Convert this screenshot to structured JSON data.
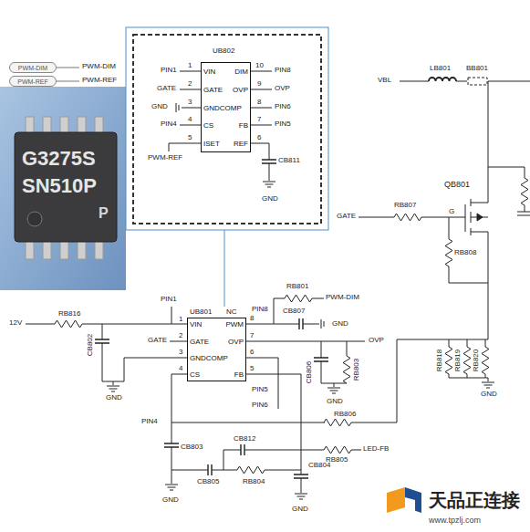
{
  "diagram": {
    "nodes": [
      {
        "text": [
          "PWM-DIM"
        ]
      },
      {
        "text": [
          "PWM-REF"
        ]
      },
      {
        "text": [
          "VIN",
          "DIM",
          "GATE",
          "OVP",
          "GNDCOMP",
          "CS",
          "FB",
          "ISET",
          "REF"
        ]
      },
      {
        "text": [
          "VIN",
          "PWM",
          "GATE",
          "OVP",
          "GNDCOMP",
          "CS",
          "FB"
        ]
      }
    ],
    "labels": [
      "PWM-DIM",
      "PWM-REF",
      "UB802",
      "1",
      "PIN1",
      "2",
      "GATE",
      "3",
      "GND",
      "4",
      "PIN4",
      "5",
      "PWM-REF",
      "10",
      "PIN8",
      "9",
      "OVP",
      "8",
      "PIN6",
      "7",
      "PIN5",
      "6",
      "CB811",
      "GND",
      "G3275S",
      "SN510P",
      "P",
      "VBL",
      "LB801",
      "BB801",
      "QB801",
      "G",
      "GATE",
      "RB807",
      "RB808",
      "RB818",
      "RB819",
      "RB820",
      "GND",
      "UB801",
      "NC",
      "PIN1",
      "12V",
      "RB816",
      "CB802",
      "GND",
      "1",
      "GATE",
      "2",
      "3",
      "4",
      "8",
      "7",
      "6",
      "5",
      "PIN8",
      "RB801",
      "PWM-DIM",
      "CB807",
      "GND",
      "OVP",
      "CB806",
      "RB803",
      "GND",
      "PIN5",
      "PIN6",
      "PIN4",
      "RB806",
      "CB803",
      "CB812",
      "CB805",
      "RB804",
      "CB804",
      "RB805",
      "LED-FB",
      "GND",
      "GND",
      "天品正连接",
      "www.tpzlj.com"
    ]
  }
}
